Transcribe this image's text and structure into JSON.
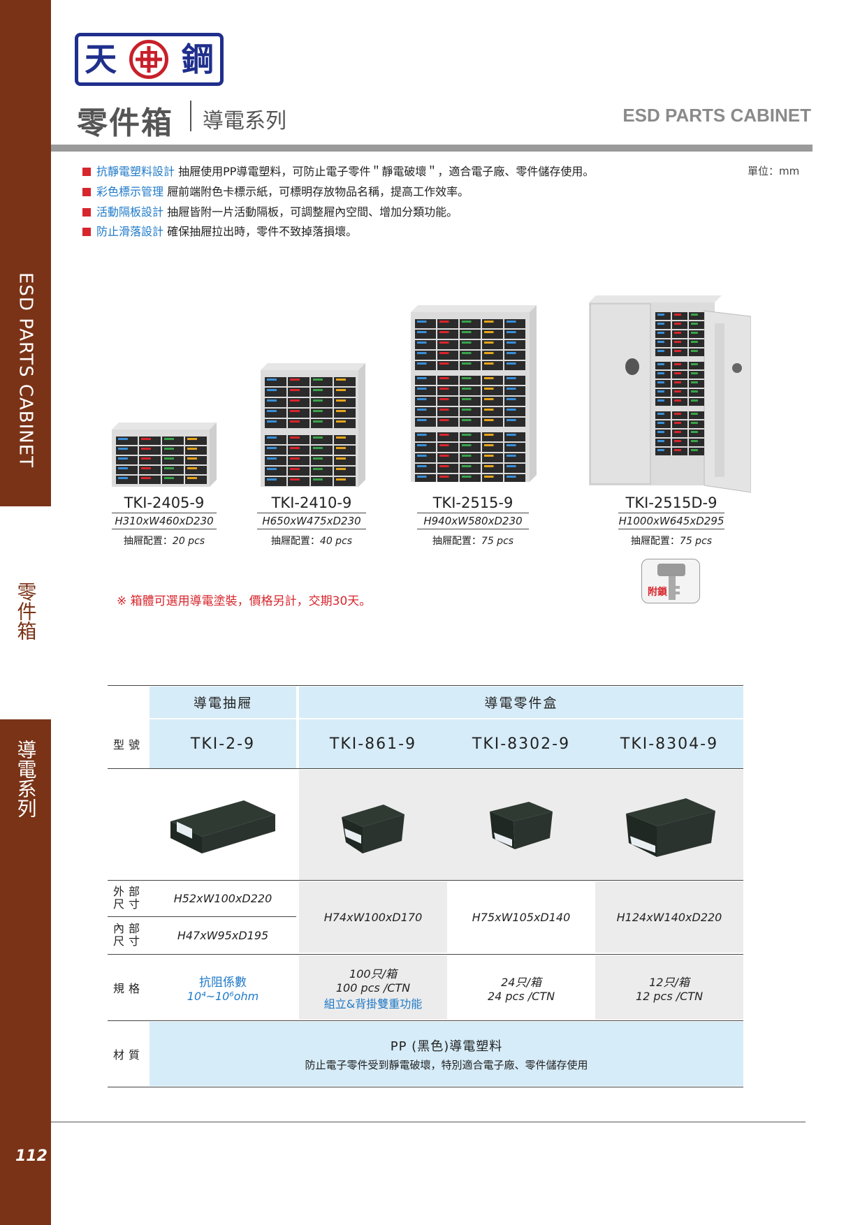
{
  "sidebar": {
    "en_label": "ESD PARTS CABINET",
    "cat1": "零件箱",
    "cat2": "導電系列",
    "page_number": "112"
  },
  "header": {
    "logo_left": "天",
    "logo_right": "鋼",
    "title": "零件箱",
    "subtitle": "導電系列",
    "title_en": "ESD PARTS CABINET"
  },
  "features": [
    {
      "head": "抗靜電塑料設計",
      "body": "抽屜使用PP導電塑料，可防止電子零件＂靜電破壞＂，適合電子廠、零件儲存使用。"
    },
    {
      "head": "彩色標示管理",
      "body": "屜前端附色卡標示紙，可標明存放物品名稱，提高工作效率。"
    },
    {
      "head": "活動隔板設計",
      "body": "抽屜皆附一片活動隔板，可調整屜內空間、增加分類功能。"
    },
    {
      "head": "防止滑落設計",
      "body": "確保抽屜拉出時，零件不致掉落損壞。"
    }
  ],
  "unit": "單位：mm",
  "products": [
    {
      "name": "TKI-2405-9",
      "dim": "H310xW460xD230",
      "count_label": "抽屜配置：",
      "count": "20 pcs"
    },
    {
      "name": "TKI-2410-9",
      "dim": "H650xW475xD230",
      "count_label": "抽屜配置：",
      "count": "40 pcs"
    },
    {
      "name": "TKI-2515-9",
      "dim": "H940xW580xD230",
      "count_label": "抽屜配置：",
      "count": "75 pcs"
    },
    {
      "name": "TKI-2515D-9",
      "dim": "H1000xW645xD295",
      "count_label": "抽屜配置：",
      "count": "75 pcs"
    }
  ],
  "key_label": "附鎖",
  "note": "※ 箱體可選用導電塗裝，價格另計，交期30天。",
  "table": {
    "group1": "導電抽屜",
    "group2": "導電零件盒",
    "row_model_label": "型號",
    "models": [
      "TKI-2-9",
      "TKI-861-9",
      "TKI-8302-9",
      "TKI-8304-9"
    ],
    "outer_label_1": "外部",
    "outer_label_2": "尺寸",
    "inner_label_1": "內部",
    "inner_label_2": "尺寸",
    "drawer_outer": "H52xW100xD220",
    "drawer_inner": "H47xW95xD195",
    "box_dims": [
      "H74xW100xD170",
      "H75xW105xD140",
      "H124xW140xD220"
    ],
    "spec_label": "規格",
    "drawer_spec_1": "抗阻係數",
    "drawer_spec_2": "10⁴~10⁶ohm",
    "box_specs": [
      {
        "zh": "100只/箱",
        "en": "100 pcs /CTN",
        "extra": "組立&背掛雙重功能"
      },
      {
        "zh": "24只/箱",
        "en": "24 pcs /CTN",
        "extra": ""
      },
      {
        "zh": "12只/箱",
        "en": "12 pcs /CTN",
        "extra": ""
      }
    ],
    "material_label": "材質",
    "material_1": "PP (黑色)導電塑料",
    "material_2": "防止電子零件受到靜電破壞，特別適合電子廠、零件儲存使用"
  },
  "colors": {
    "brand_red": "#7a3317",
    "accent_red": "#d7262c",
    "accent_blue": "#1f7ac8",
    "logo_blue": "#1f2f8c",
    "light_blue": "#d6ecf8"
  }
}
